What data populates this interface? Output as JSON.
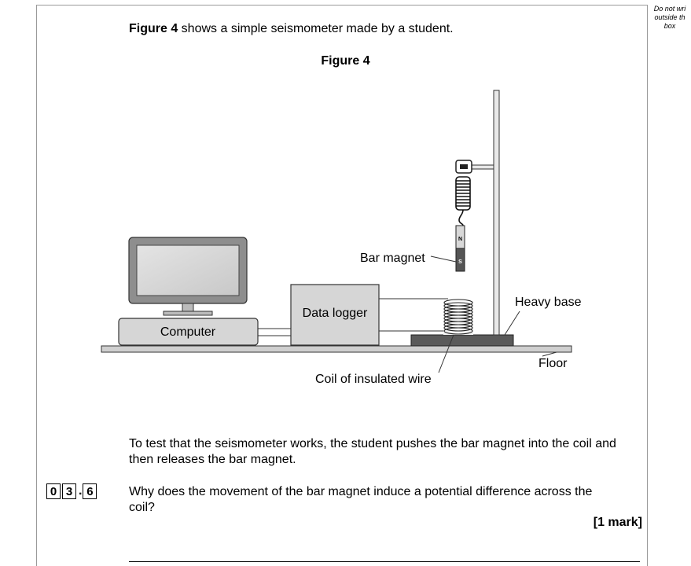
{
  "margin_note": [
    "Do not wri",
    "outside th",
    "box"
  ],
  "intro": {
    "figure_ref": "Figure 4",
    "text": " shows a simple seismometer made by a student."
  },
  "figure_title": "Figure 4",
  "figure_labels": {
    "bar_magnet": "Bar magnet",
    "heavy_base": "Heavy base",
    "data_logger": "Data logger",
    "computer": "Computer",
    "floor": "Floor",
    "coil": "Coil of insulated wire",
    "pole_n": "N",
    "pole_s": "S"
  },
  "paragraph": "To test that the seismometer works, the student pushes the bar magnet into the coil and then releases the bar magnet.",
  "question_number": {
    "d1": "0",
    "d2": "3",
    "d3": "6",
    "dot": "."
  },
  "question": "Why does the movement of the bar magnet induce a potential difference across the coil?",
  "marks": "[1 mark]"
}
